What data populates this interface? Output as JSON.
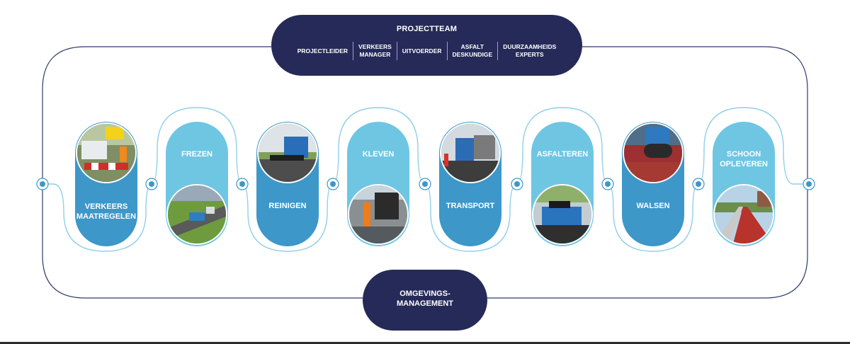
{
  "colors": {
    "navy": "#262a58",
    "dark_blue": "#3d97c9",
    "light_blue": "#6ec6e3",
    "line": "#8fcfe8"
  },
  "projectteam": {
    "title": "PROJECTTEAM",
    "roles": [
      "PROJECTLEIDER",
      "VERKEERS\nMANAGER",
      "UITVOERDER",
      "ASFALT\nDESKUNDIGE",
      "DUURZAAMHEIDS\nEXPERTS"
    ]
  },
  "omgevingsmanagement": {
    "label": "OMGEVINGS-\nMANAGEMENT"
  },
  "steps": [
    {
      "label": "VERKEERS\nMAATREGELEN",
      "tone": "dark",
      "photo": "traffic-measures-photo"
    },
    {
      "label": "FREZEN",
      "tone": "light",
      "photo": "milling-photo"
    },
    {
      "label": "REINIGEN",
      "tone": "dark",
      "photo": "cleaning-truck-photo"
    },
    {
      "label": "KLEVEN",
      "tone": "light",
      "photo": "tack-coat-photo"
    },
    {
      "label": "TRANSPORT",
      "tone": "dark",
      "photo": "transport-truck-photo"
    },
    {
      "label": "ASFALTEREN",
      "tone": "light",
      "photo": "paving-photo"
    },
    {
      "label": "WALSEN",
      "tone": "dark",
      "photo": "roller-photo"
    },
    {
      "label": "SCHOON\nOPLEVEREN",
      "tone": "light",
      "photo": "finished-road-photo"
    }
  ]
}
